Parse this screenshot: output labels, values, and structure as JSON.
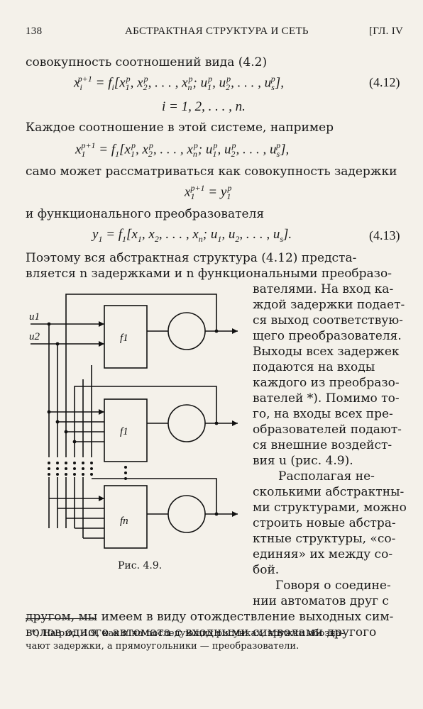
{
  "header": {
    "page_number": "138",
    "running_title": "АБСТРАКТНАЯ СТРУКТУРА И СЕТЬ",
    "chapter": "[ГЛ. IV"
  },
  "body": {
    "line1": "совокупность соотношений вида (4.2)",
    "eq412_number": "(4.12)",
    "index_line": "i = 1, 2, . . . , n.",
    "line2": "Каждое соотношение в этой системе, например",
    "line3": "само может рассматриваться как совокупность задержки",
    "line4": "и функционального преобразователя",
    "eq413_number": "(4.13)",
    "para1_line1": "Поэтому вся абстрактная структура (4.12) предста-",
    "para1_line2": "вляется n задержками и n функциональными преобразо-",
    "right_lines": [
      "вателями. На вход ка-",
      "ждой задержки подает-",
      "ся выход соответствую-",
      "щего преобразователя.",
      "Выходы всех задержек",
      "подаются на входы",
      "каждого из преобразо-",
      "вателей *). Помимо то-",
      "го, на входы всех пре-",
      "образователей подают-",
      "ся внешние воздейст-",
      "вия u (рис. 4.9).",
      "Располагая не-",
      "сколькими абстрактны-",
      "ми структурами, можно",
      "строить новые абстра-",
      "ктные структуры, «со-",
      "единяя» их между со-",
      "бой.",
      "Говоря о соедине-",
      "нии автоматов друг с"
    ],
    "last_line1": "другом, мы имеем в виду отождествление выходных сим-",
    "last_line2": "волов одного автомата с входными символами другого"
  },
  "figure": {
    "caption": "Рис. 4.9.",
    "input_labels": [
      "u1",
      "u2"
    ],
    "block_labels": [
      "f1",
      "f1",
      "fn"
    ]
  },
  "footnote": {
    "line1": "*) На рис. 4.9, как и на последующих рисунках, кружки обозна-",
    "line2": "чают задержки, а прямоугольники — преобразователи."
  }
}
